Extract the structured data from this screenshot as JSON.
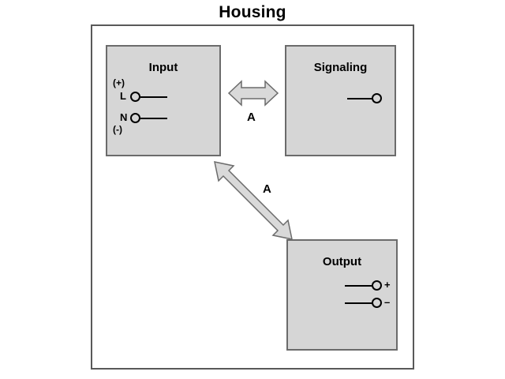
{
  "title": "Housing",
  "colors": {
    "block_fill": "#d6d6d6",
    "block_border": "#6b6b6b",
    "housing_border": "#595959",
    "arrow_fill": "#d9d9d9",
    "line": "#000000"
  },
  "housing": {
    "label": "Housing"
  },
  "blocks": [
    {
      "id": "input",
      "title": "Input",
      "terminals": [
        {
          "label": "L",
          "polarity": "(+)"
        },
        {
          "label": "N",
          "polarity": "(-)"
        }
      ]
    },
    {
      "id": "signaling",
      "title": "Signaling",
      "terminals": [
        {
          "label": ""
        }
      ]
    },
    {
      "id": "output",
      "title": "Output",
      "terminals": [
        {
          "label": "+"
        },
        {
          "label": "–"
        }
      ]
    }
  ],
  "arrows": [
    {
      "id": "input-signaling",
      "label": "A",
      "direction": "bidirectional-horizontal"
    },
    {
      "id": "input-output",
      "label": "A",
      "direction": "bidirectional-diagonal"
    }
  ]
}
